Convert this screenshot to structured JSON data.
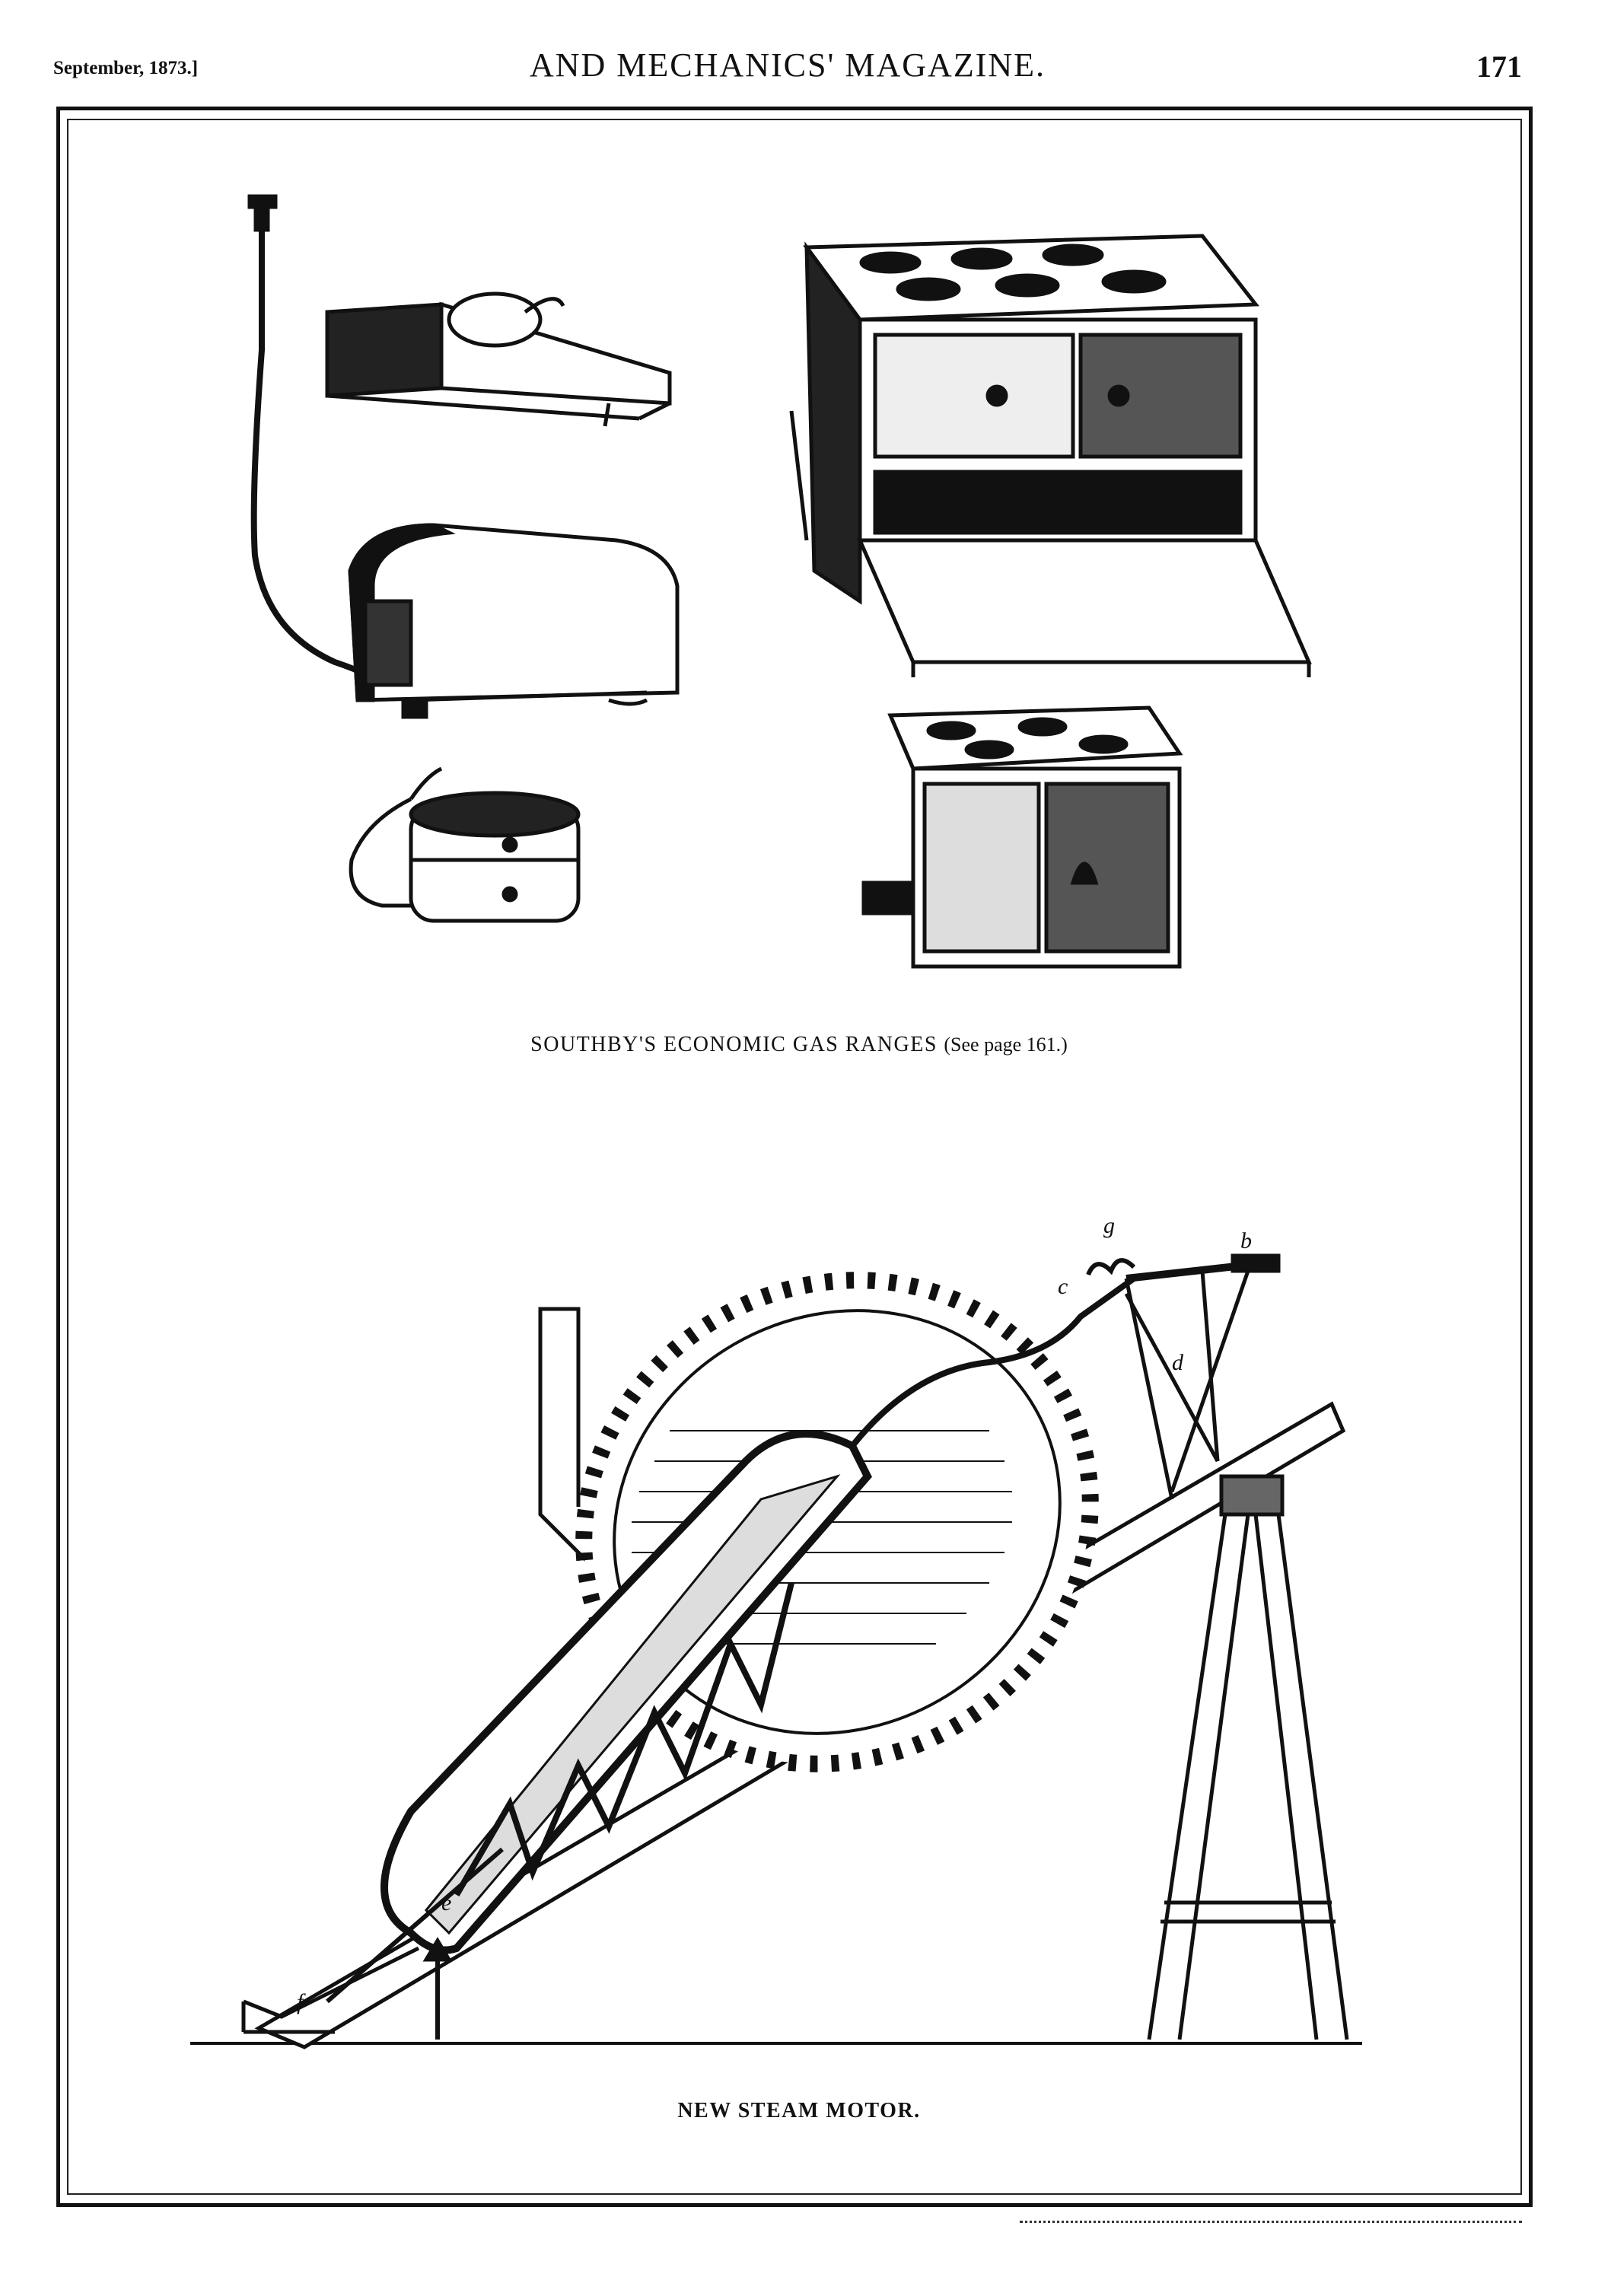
{
  "header": {
    "date": "September, 1873.]",
    "title": "AND MECHANICS' MAGAZINE.",
    "page_number": "171"
  },
  "figures": {
    "gas_ranges": {
      "caption": "SOUTHBY'S ECONOMIC GAS RANGES",
      "caption_ref": "(See page 161.)"
    },
    "steam_motor": {
      "caption": "NEW STEAM MOTOR.",
      "labels": [
        "g",
        "c",
        "b",
        "d",
        "f",
        "e"
      ]
    }
  }
}
